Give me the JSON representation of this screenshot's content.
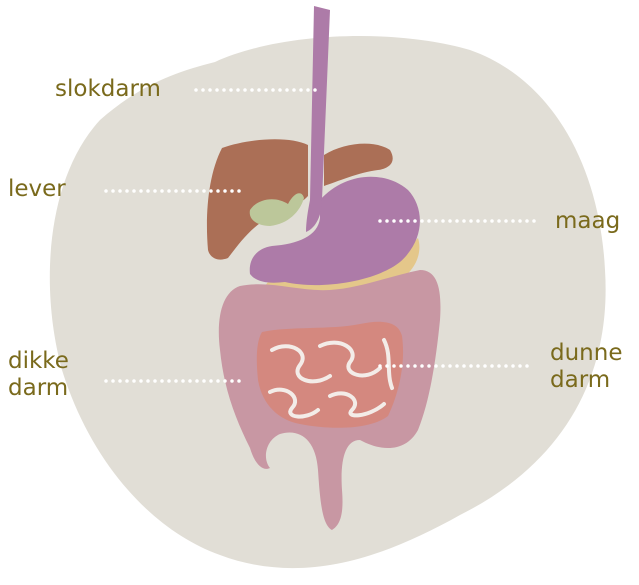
{
  "colors": {
    "label": "#7a6a1c",
    "background_blob": "#e1ded6",
    "esophagus_stomach": "#ad7ba8",
    "liver": "#ab6f56",
    "gallbladder": "#bcc79a",
    "pancreas": "#e4c78a",
    "large_intestine": "#c897a3",
    "small_intestine": "#d4887f",
    "leader_dots": "#ffffff"
  },
  "labels": {
    "esophagus": "slokdarm",
    "liver": "lever",
    "stomach": "maag",
    "large_intestine": [
      "dikke",
      "darm"
    ],
    "small_intestine": [
      "dunne",
      "darm"
    ]
  }
}
